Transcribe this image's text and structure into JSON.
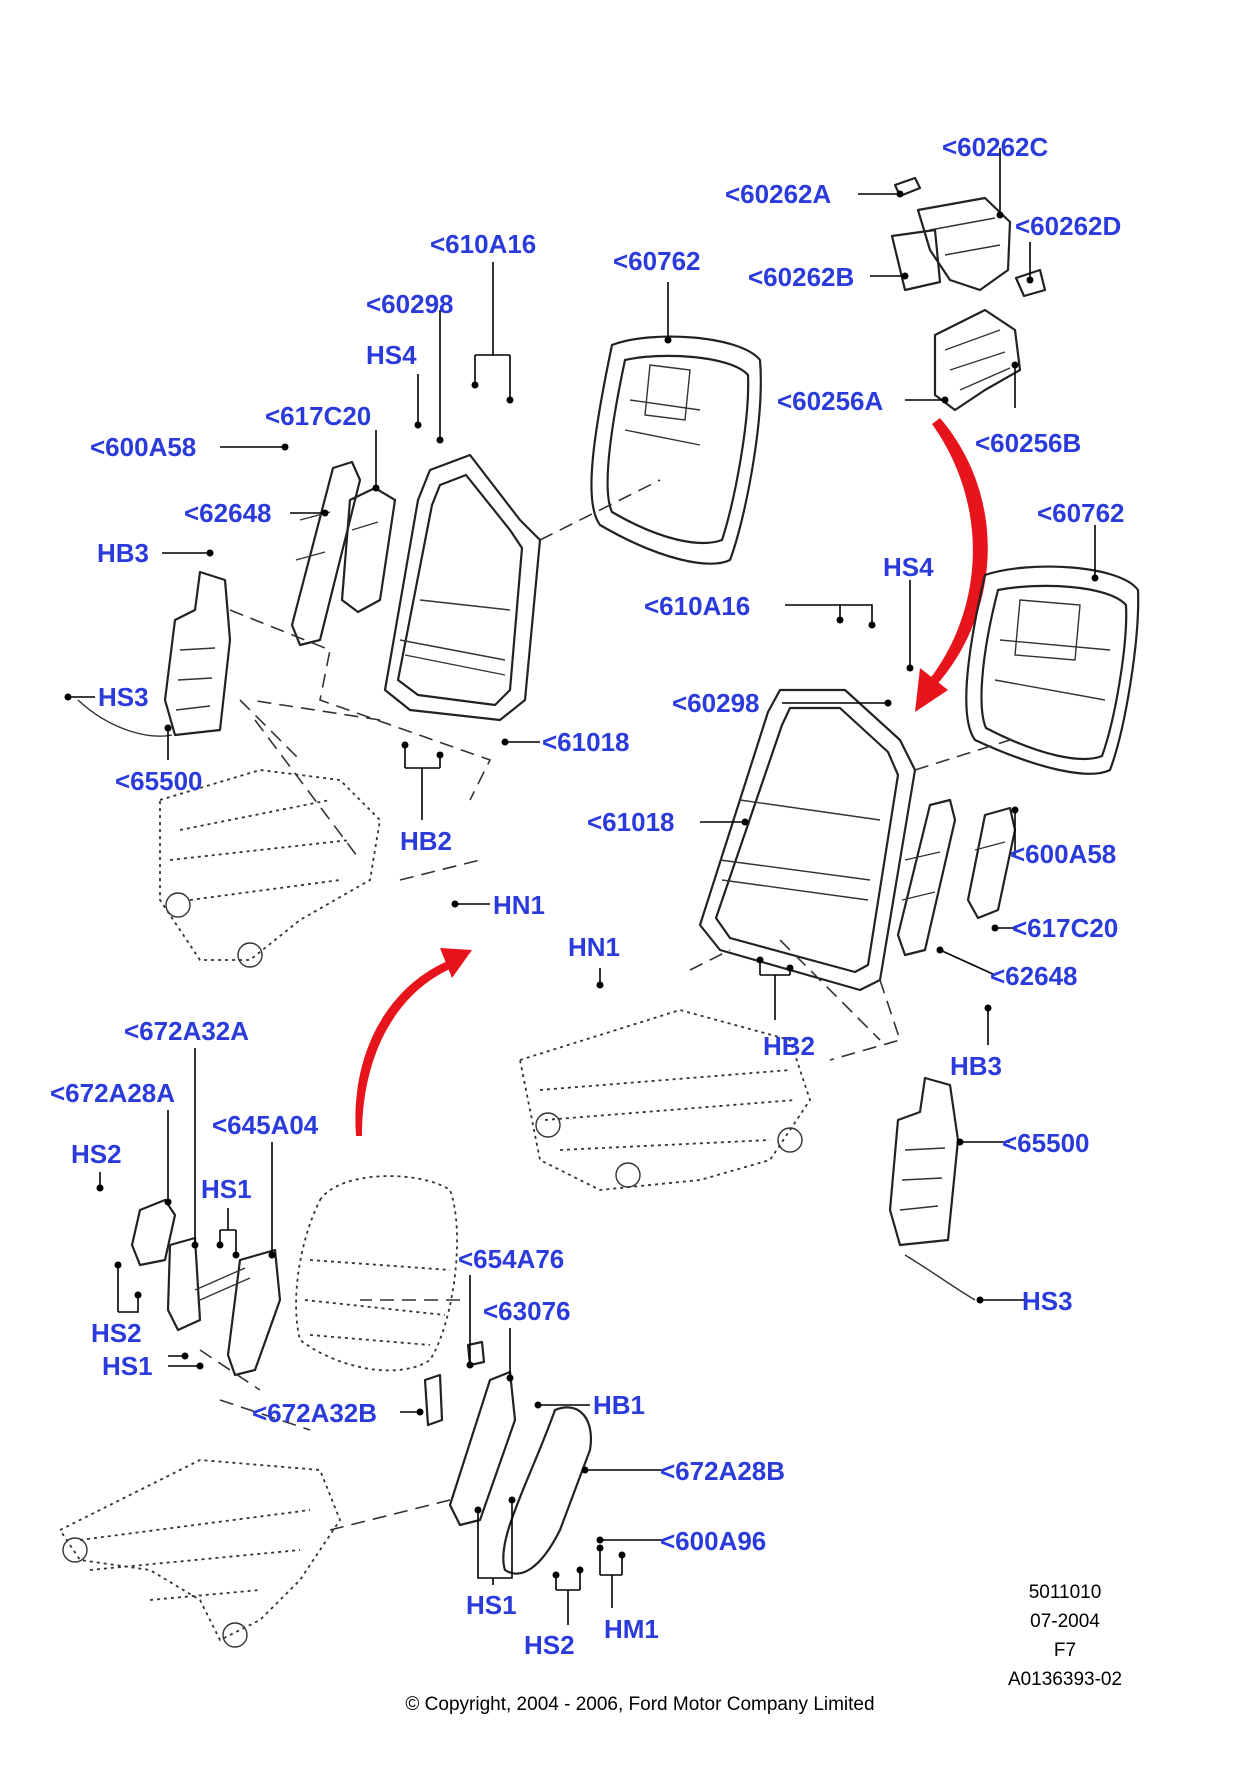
{
  "labels": {
    "l_60262C": "<60262C",
    "l_60262A": "<60262A",
    "l_60262D": "<60262D",
    "l_610A16_left": "<610A16",
    "l_60762_left": "<60762",
    "l_60262B": "<60262B",
    "l_60298_left": "<60298",
    "l_HS4_left": "HS4",
    "l_60256A": "<60256A",
    "l_617C20_left": "<617C20",
    "l_60256B": "<60256B",
    "l_600A58_left": "<600A58",
    "l_62648_left": "<62648",
    "l_60762_right": "<60762",
    "l_HB3_left": "HB3",
    "l_HS4_right": "HS4",
    "l_610A16_right": "<610A16",
    "l_HS3_left": "HS3",
    "l_60298_right": "<60298",
    "l_61018_left": "<61018",
    "l_65500_left": "<65500",
    "l_HB2_left": "HB2",
    "l_61018_right": "<61018",
    "l_600A58_right": "<600A58",
    "l_HN1_left": "HN1",
    "l_617C20_right": "<617C20",
    "l_HN1_right": "HN1",
    "l_62648_right": "<62648",
    "l_672A32A": "<672A32A",
    "l_HB2_right": "HB2",
    "l_HB3_right": "HB3",
    "l_672A28A": "<672A28A",
    "l_65500_right": "<65500",
    "l_HS2_top": "HS2",
    "l_645A04": "<645A04",
    "l_HS1_top": "HS1",
    "l_654A76": "<654A76",
    "l_HS3_right": "HS3",
    "l_HS2_mid": "HS2",
    "l_63076": "<63076",
    "l_HS1_mid": "HS1",
    "l_HB1": "HB1",
    "l_672A32B": "<672A32B",
    "l_672A28B": "<672A28B",
    "l_600A96": "<600A96",
    "l_HS1_bottom": "HS1",
    "l_HM1": "HM1",
    "l_HS2_bottom": "HS2"
  },
  "meta": {
    "ref_number": "5011010",
    "date": "07-2004",
    "code": "F7",
    "image_id": "A0136393-02"
  },
  "copyright": "© Copyright, 2004 - 2006, Ford Motor Company Limited",
  "colors": {
    "label_blue": "#2b3bdb",
    "arrow_red": "#e8141b",
    "line": "#222222"
  }
}
